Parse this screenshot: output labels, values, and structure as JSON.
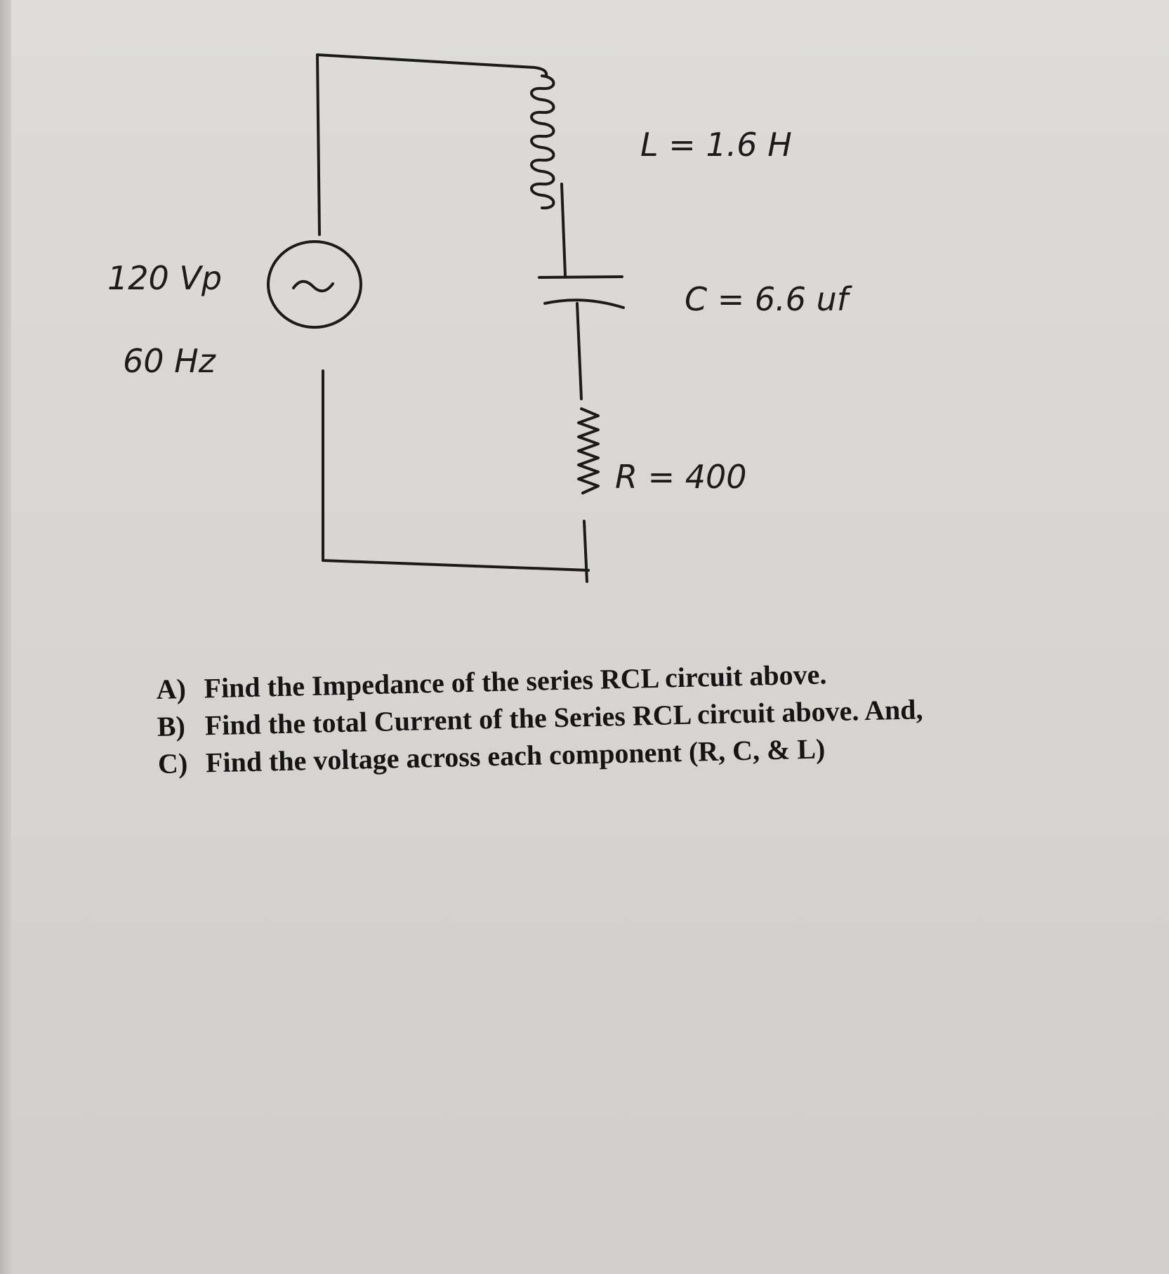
{
  "source": {
    "amplitude_label": "120 Vp",
    "frequency_label": "60 Hz"
  },
  "components": {
    "inductor_label": "L = 1.6 H",
    "capacitor_label": "C = 6.6 uf",
    "resistor_label": "R = 400"
  },
  "questions": [
    {
      "letter": "A)",
      "text": "Find the Impedance of the series RCL circuit above."
    },
    {
      "letter": "B)",
      "text": "Find the total Current of the Series RCL circuit above. And,"
    },
    {
      "letter": "C)",
      "text": "Find the voltage across each component (R, C, & L)"
    }
  ]
}
